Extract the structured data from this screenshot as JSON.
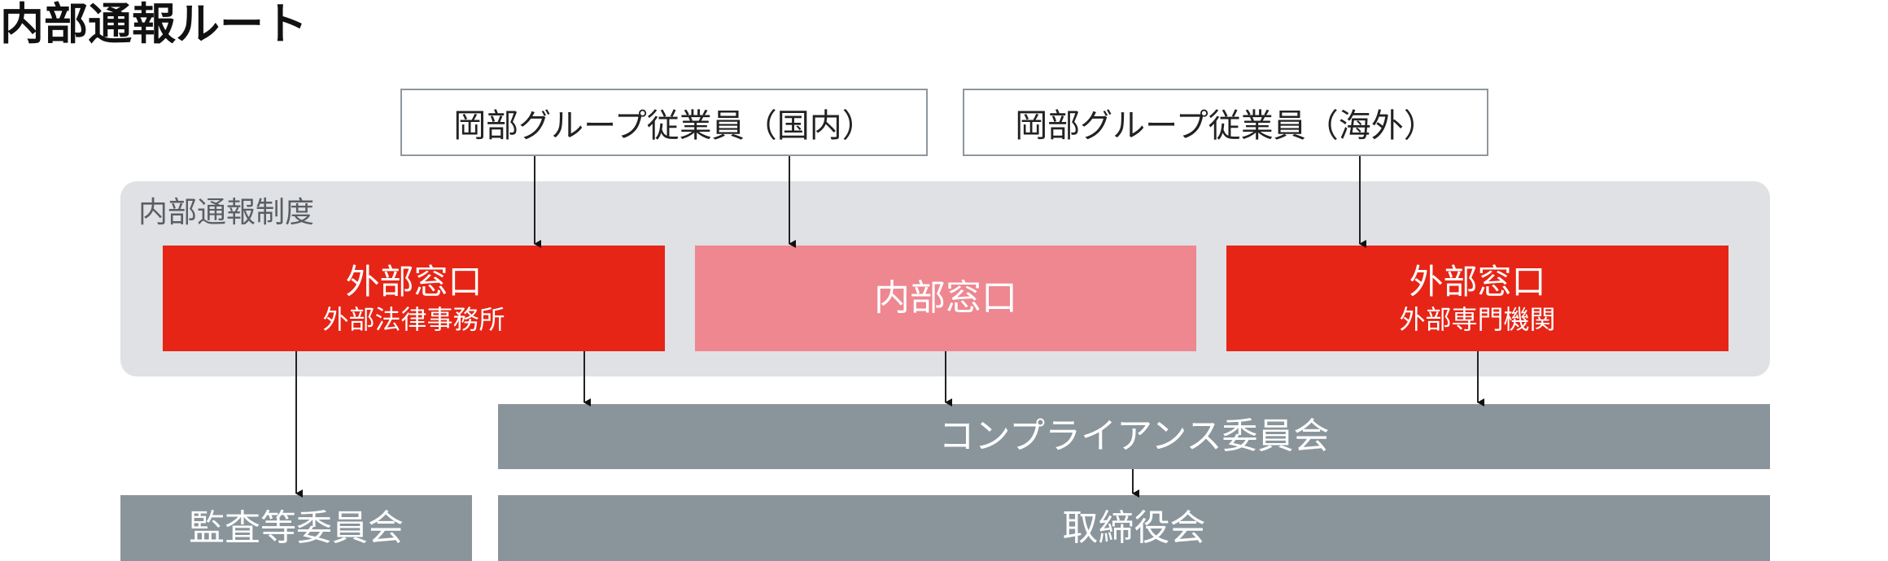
{
  "title": "内部通報ルート",
  "group_label": "内部通報制度",
  "sources": {
    "domestic": "岡部グループ従業員（国内）",
    "overseas": "岡部グループ従業員（海外）"
  },
  "windows": {
    "external_law": {
      "title": "外部窓口",
      "subtitle": "外部法律事務所"
    },
    "internal": {
      "title": "内部窓口"
    },
    "external_org": {
      "title": "外部窓口",
      "subtitle": "外部専門機関"
    }
  },
  "committees": {
    "compliance": "コンプライアンス委員会",
    "audit": "監査等委員会",
    "board": "取締役会"
  },
  "colors": {
    "external_window": "#e62516",
    "internal_window": "#ee8790",
    "committee": "#8a959b",
    "group_background": "#dfe1e4"
  }
}
